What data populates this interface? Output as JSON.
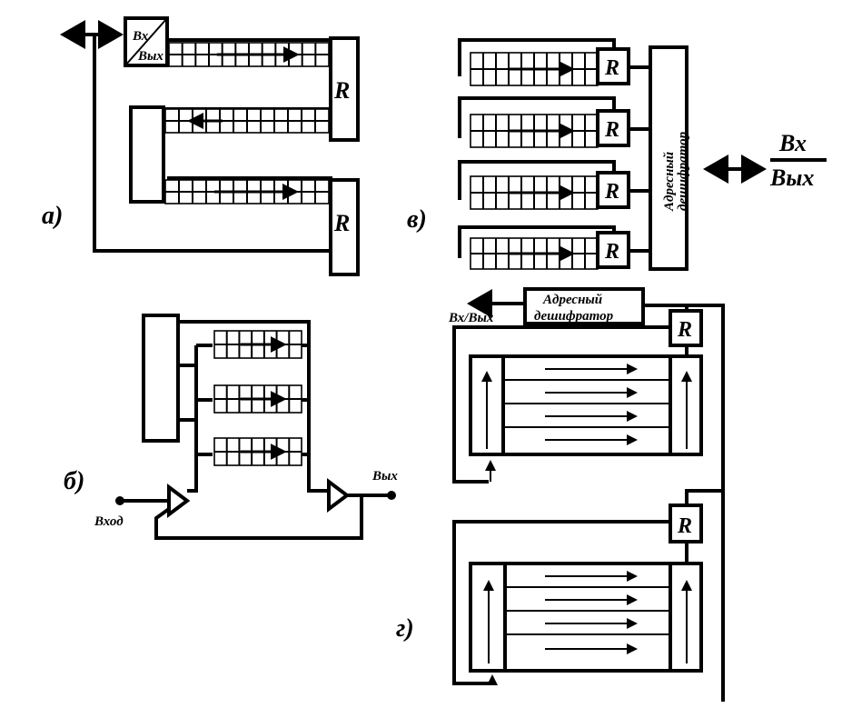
{
  "labels": {
    "a": "а)",
    "b": "б)",
    "v": "в)",
    "g": "г)"
  },
  "fig_a": {
    "io_top": "Вх",
    "io_bottom": "Вых",
    "register": "R"
  },
  "fig_b": {
    "input": "Вход",
    "output": "Вых"
  },
  "fig_v": {
    "decoder": "Адресный дешифратор",
    "decoder_line1": "Адресный",
    "decoder_line2": "дешифратор",
    "register": "R",
    "io_top": "Вх",
    "io_bottom": "Вых"
  },
  "fig_g": {
    "decoder_line1": "Адресный",
    "decoder_line2": "дешифратор",
    "io": "Вх/Вых",
    "register": "R"
  }
}
